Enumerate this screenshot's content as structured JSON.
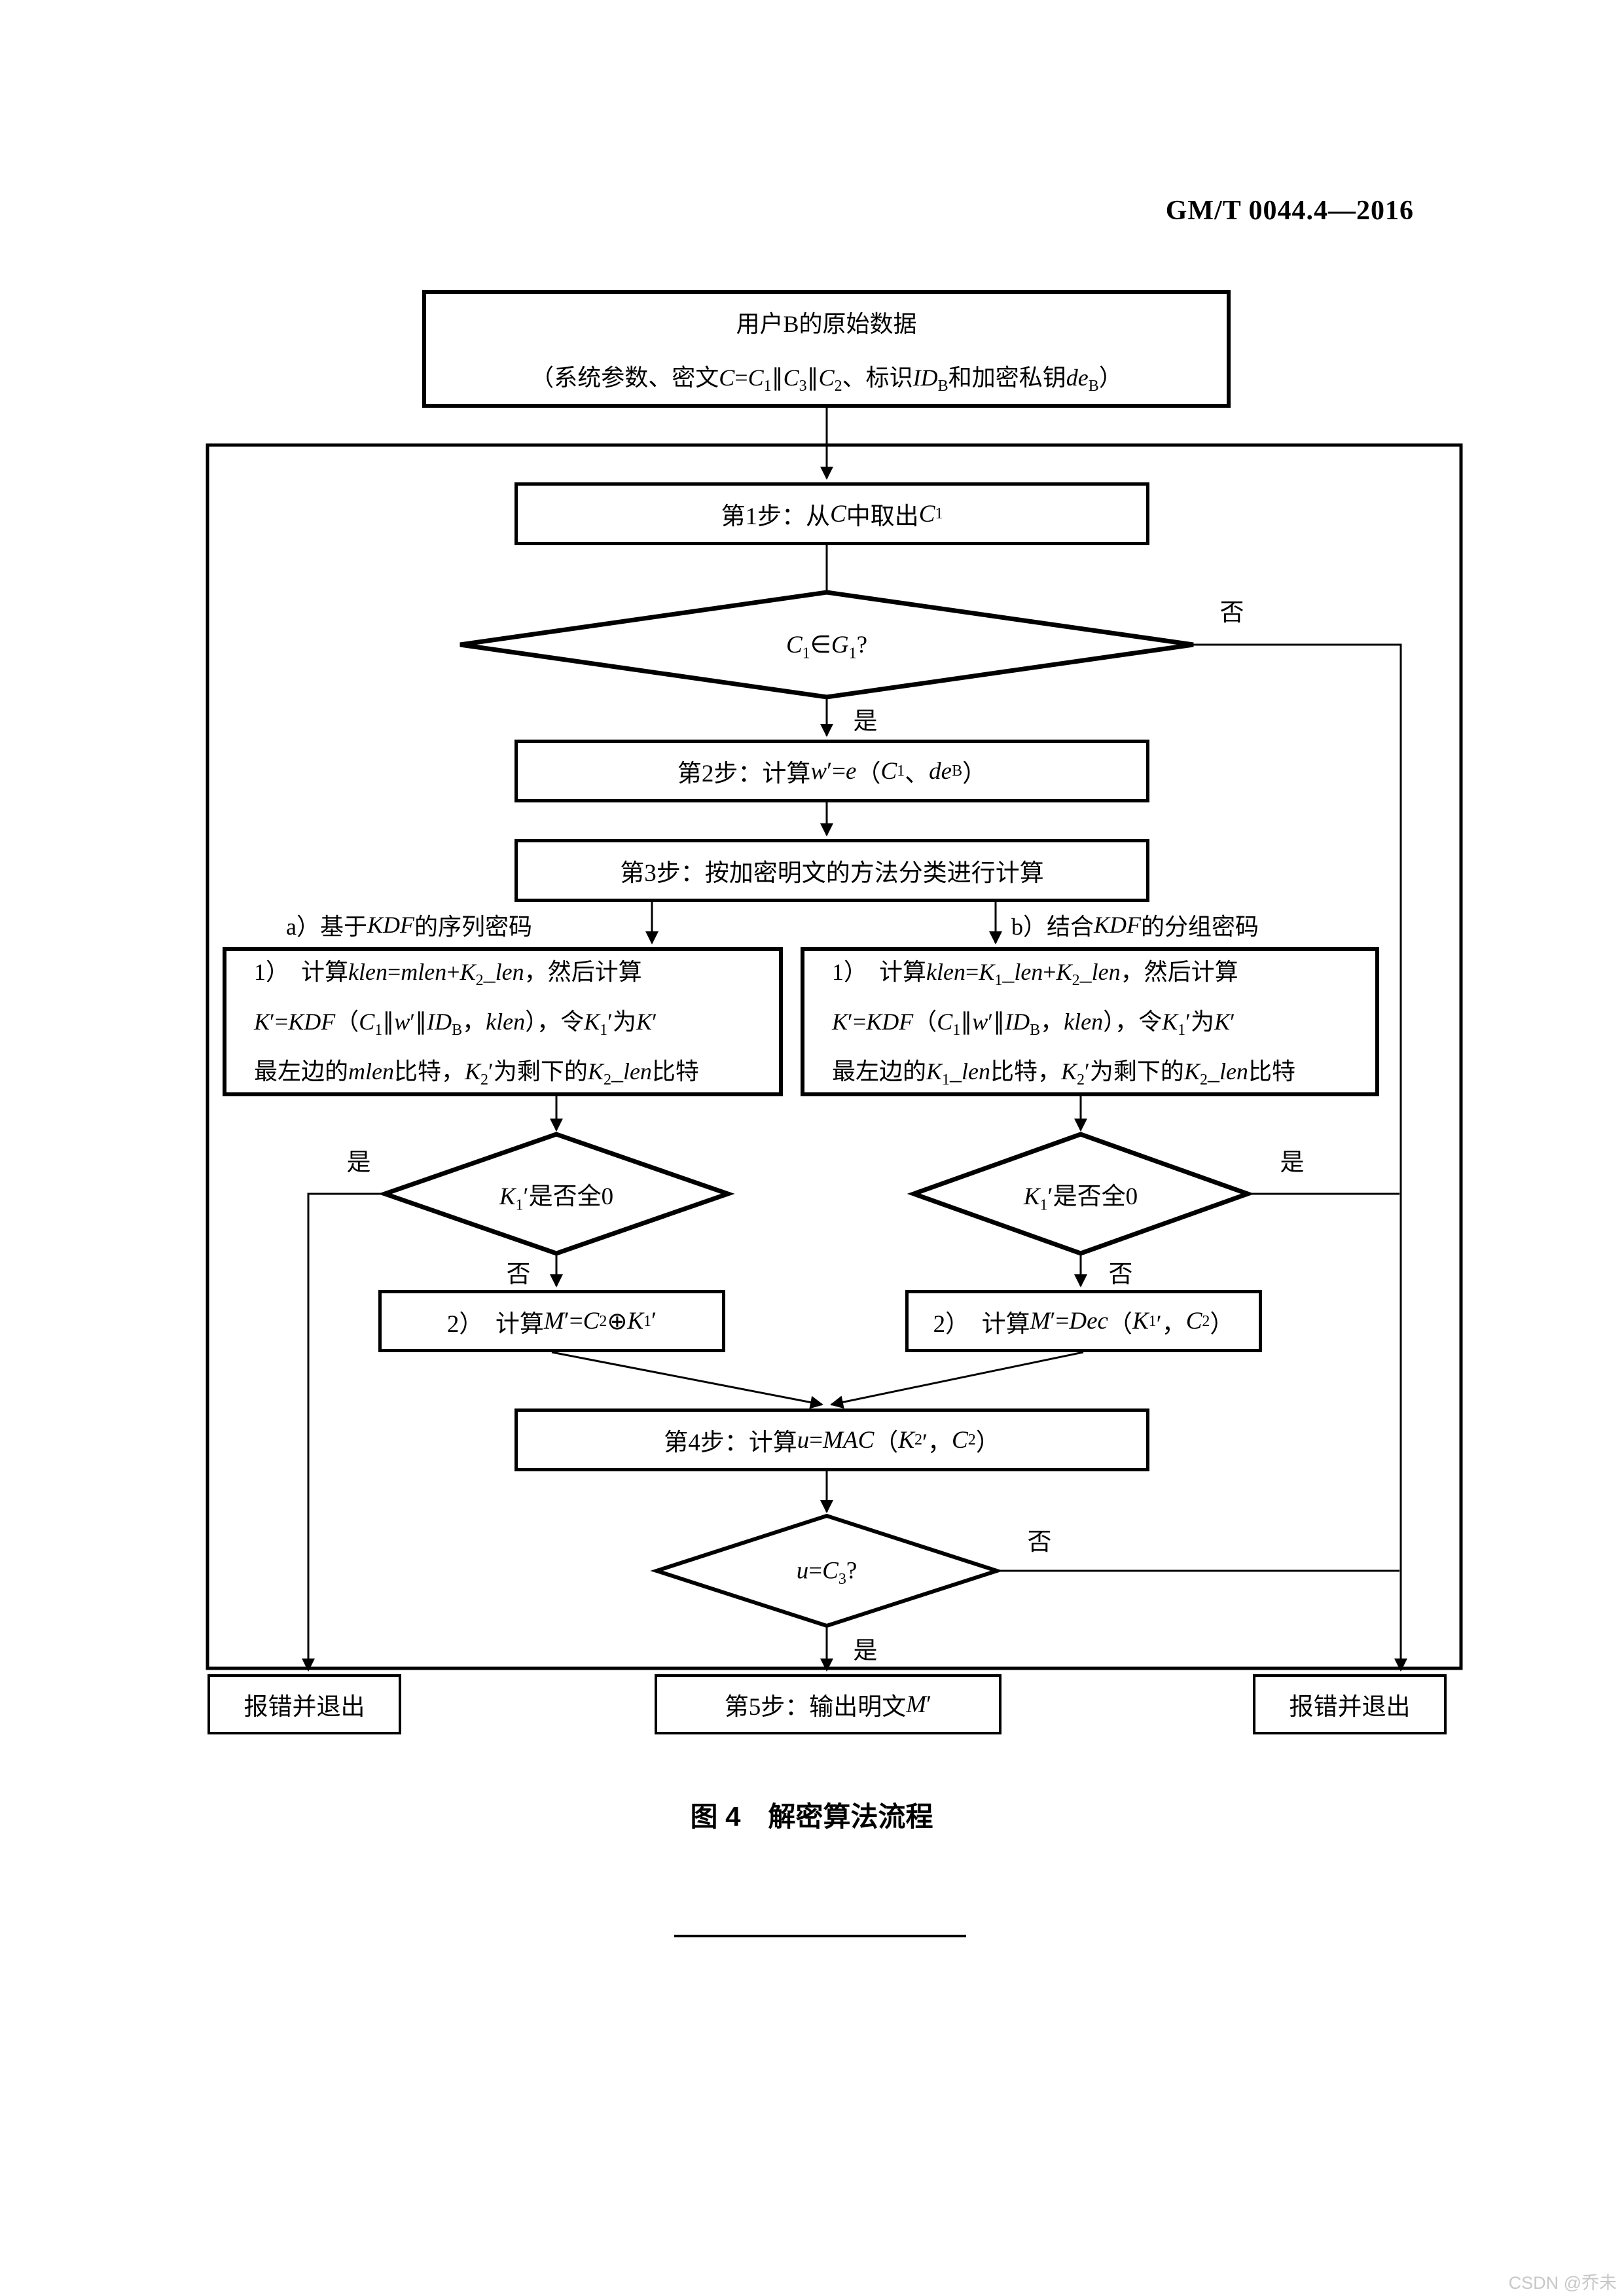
{
  "header": {
    "standard_number": "GM/T 0044.4—2016"
  },
  "flow": {
    "labels": {
      "yes": "是",
      "no": "否"
    },
    "start": {
      "l1": "用户B的原始数据",
      "l2": "（系统参数、密文*C*=*C*_{1}∥*C*_{3}∥*C*_{2}、标识*ID*_{B}和加密私钥*de*_{B}）"
    },
    "step1": "第1步：从*C*中取出*C*_{1}",
    "d1": "*C*_{1}∈*G*_{1}?",
    "step2": "第2步：计算*w*′=*e*（*C*_{1}、*de*_{B}）",
    "step3": "第3步：按加密明文的方法分类进行计算",
    "branch_a": "a）基于*KDF*的序列密码",
    "branch_b": "b）结合*KDF*的分组密码",
    "box_a": {
      "l1": "1）　计算*klen*=*mlen*+*K*_{2}_*len*，然后计算",
      "l2": "*K*′=*KDF*（*C*_{1}∥*w*′∥*ID*_{B}，*klen*），令*K*_{1}′为*K*′",
      "l3": "最左边的*mlen*比特，*K*_{2}′为剩下的*K*_{2}_*len*比特"
    },
    "box_b": {
      "l1": "1）　计算*klen*=*K*_{1}_*len*+*K*_{2}_*len*，然后计算",
      "l2": "*K*′=*KDF*（*C*_{1}∥*w*′∥*ID*_{B}，*klen*），令*K*_{1}′为*K*′",
      "l3": "最左边的*K*_{1}_*len*比特，*K*_{2}′为剩下的*K*_{2}_*len*比特"
    },
    "d2": "*K*_{1}′是否全0",
    "box2a": "2）　计算*M*′=*C*_{2}⊕*K*_{1}′",
    "box2b": "2）　计算*M*′=*Dec*（*K*_{1}′，*C*_{2}）",
    "step4": "第4步：计算*u*=*MAC*（*K*_{2}′，*C*_{2}）",
    "d3": "*u*=*C*_{3}?",
    "step5": "第5步：输出明文*M*′",
    "error_exit": "报错并退出"
  },
  "caption": "图 4　解密算法流程",
  "watermark": "CSDN @乔未"
}
